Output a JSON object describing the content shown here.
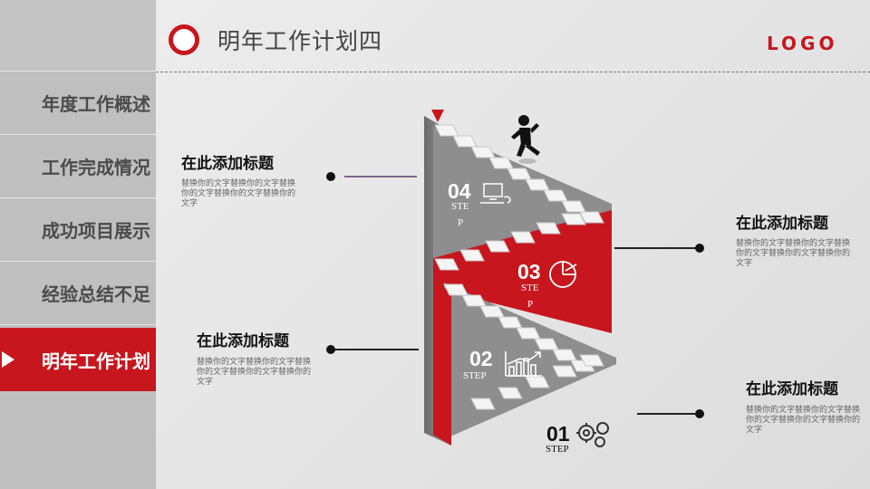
{
  "header": {
    "title": "明年工作计划四",
    "logo": "LOGO"
  },
  "sidebar": {
    "items": [
      {
        "label": "年度工作概述"
      },
      {
        "label": "工作完成情况"
      },
      {
        "label": "成功项目展示"
      },
      {
        "label": "经验总结不足"
      },
      {
        "label": "明年工作计划"
      }
    ],
    "active_index": 4
  },
  "blocks": [
    {
      "title": "在此添加标题",
      "text": "替换你的文字替换你的文字替换你的文字替换你的文字替换你的文字"
    },
    {
      "title": "在此添加标题",
      "text": "替换你的文字替换你的文字替换你的文字替换你的文字替换你的文字"
    },
    {
      "title": "在此添加标题",
      "text": "替换你的文字替换你的文字替换你的文字替换你的文字替换你的文字"
    },
    {
      "title": "在此添加标题",
      "text": "替换你的文字替换你的文字替换你的文字替换你的文字替换你的文字"
    }
  ],
  "steps": [
    {
      "number": "04",
      "label_line1": "STE",
      "label_line2": "P",
      "icon": "computer-icon"
    },
    {
      "number": "03",
      "label_line1": "STE",
      "label_line2": "P",
      "icon": "pie-chart-icon"
    },
    {
      "number": "02",
      "label_line1": "STEP",
      "icon": "growth-chart-icon"
    },
    {
      "number": "01",
      "label_line1": "STEP",
      "icon": "gears-icon"
    }
  ],
  "colors": {
    "accent": "#c7161d",
    "sidebar": "#bfbfbf",
    "stair": "#8d8d8d"
  }
}
